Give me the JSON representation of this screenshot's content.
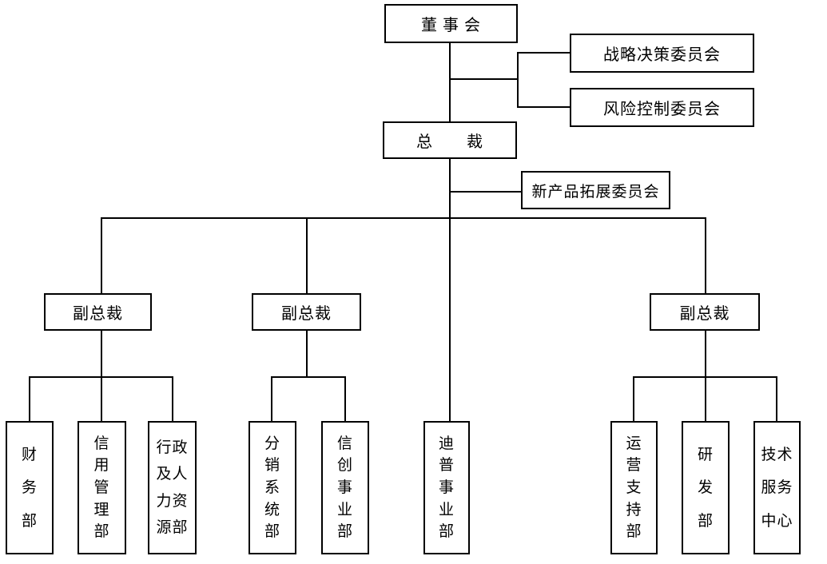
{
  "org_chart": {
    "colors": {
      "line": "#000000",
      "background": "#ffffff",
      "text": "#000000"
    },
    "nodes": {
      "board": "董 事 会",
      "strategy_committee": "战略决策委员会",
      "risk_committee": "风险控制委员会",
      "president": "总　　裁",
      "new_product_committee": "新产品拓展委员会",
      "vp_left": "副总裁",
      "vp_middle": "副总裁",
      "vp_right": "副总裁"
    },
    "departments": {
      "finance": [
        "财",
        "务",
        "部"
      ],
      "credit_management": [
        "信",
        "用",
        "管",
        "理",
        "部"
      ],
      "admin_hr": [
        "行政",
        "及人",
        "力资",
        "源部"
      ],
      "distribution_systems": [
        "分",
        "销",
        "系",
        "统",
        "部"
      ],
      "xinchuang_business": [
        "信",
        "创",
        "事",
        "业",
        "部"
      ],
      "dipu_business": [
        "迪",
        "普",
        "事",
        "业",
        "部"
      ],
      "operations_support": [
        "运",
        "营",
        "支",
        "持",
        "部"
      ],
      "rnd": [
        "研",
        "发",
        "部"
      ],
      "tech_service_center": [
        "技术",
        "服务",
        "中心"
      ]
    }
  }
}
